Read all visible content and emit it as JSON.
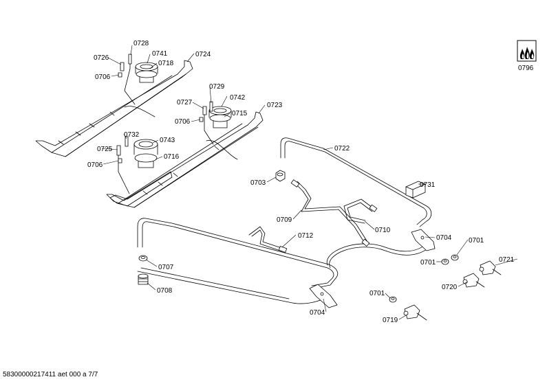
{
  "labels": {
    "p0728": "0728",
    "p0726": "0726",
    "p0741": "0741",
    "p0724": "0724",
    "p0718": "0718",
    "p0706a": "0706",
    "p0729": "0729",
    "p0727": "0727",
    "p0742": "0742",
    "p0723": "0723",
    "p0715": "0715",
    "p0706b": "0706",
    "p0732": "0732",
    "p0743": "0743",
    "p0725": "0725",
    "p0716": "0716",
    "p0706c": "0706",
    "p0722": "0722",
    "p0703": "0703",
    "p0731": "0731",
    "p0709": "0709",
    "p0710": "0710",
    "p0712": "0712",
    "p0704a": "0704",
    "p0701a": "0701",
    "p0701b": "0701",
    "p0721": "0721",
    "p0720": "0720",
    "p0707": "0707",
    "p0708": "0708",
    "p0704b": "0704",
    "p0701c": "0701",
    "p0719": "0719",
    "p0796": "0796"
  },
  "footer": "58300000217411 aet 000 a 7/7",
  "icon": "gas-flame-icon"
}
